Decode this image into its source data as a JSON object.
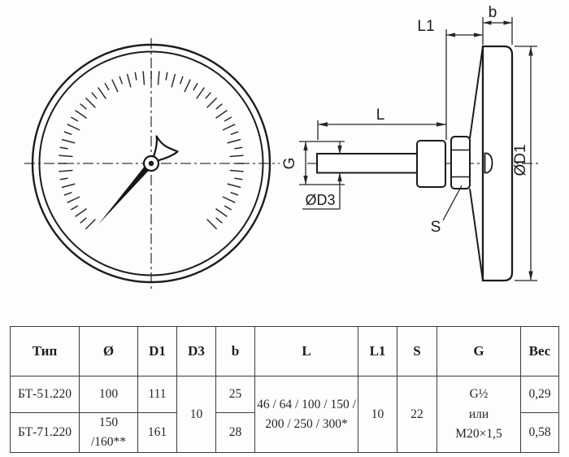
{
  "meta": {
    "description": "Bimetallic dial thermometer dimensional drawing with specification table",
    "background_color": "#fdfdfc",
    "line_color": "#1c1c1c",
    "table_border_color": "#3c3c3c"
  },
  "drawing": {
    "labels": {
      "b": "b",
      "l1": "L1",
      "l": "L",
      "g": "G",
      "d3": "ØD3",
      "d1": "ØD1",
      "s": "S"
    }
  },
  "table": {
    "headers": [
      "Тип",
      "Ø",
      "D1",
      "D3",
      "b",
      "L",
      "L1",
      "S",
      "G",
      "Вес"
    ],
    "rows": [
      {
        "tip": "БТ-51.220",
        "diameter": "100",
        "d1": "111",
        "b": "25",
        "ves": "0,29"
      },
      {
        "tip": "БТ-71.220",
        "diameter": "150\n/160**",
        "d1": "161",
        "b": "28",
        "ves": "0,58"
      }
    ],
    "merged": {
      "d3": "10",
      "l": "46 / 64 / 100 / 150 /\n200 / 250 / 300*",
      "l1": "10",
      "s": "22",
      "g": "G½\nили\nМ20×1,5"
    }
  }
}
